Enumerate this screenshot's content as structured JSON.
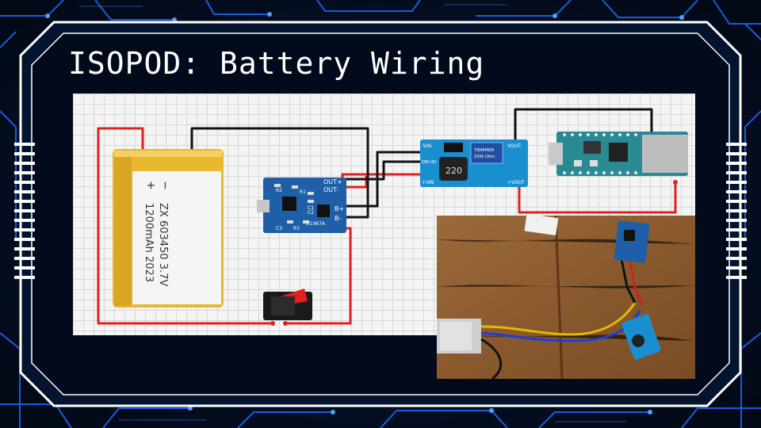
{
  "slide": {
    "title": "ISOPOD: Battery Wiring"
  },
  "battery": {
    "label_model": "ZX 603450 3.7V",
    "label_capacity": "1200mAh  2023",
    "label_minus": "−",
    "label_plus": "+"
  },
  "charger_module": {
    "pins": [
      "OUT+",
      "OUT-",
      "B+",
      "B-"
    ],
    "part_marks": [
      "R2",
      "R1",
      "C1",
      "C2",
      "R3",
      "C3",
      "D1967A"
    ]
  },
  "boost_module": {
    "inductor_label": "220",
    "trimmer_label": "TRIMMER",
    "trimmer_sub": "100k Ohm",
    "pins_left": [
      "-VIN",
      "+VIN"
    ],
    "pins_right": [
      "VOUT-",
      "+VOUT"
    ],
    "small_marks": [
      "DRV 8V"
    ]
  },
  "colors": {
    "wire_red": "#e02020",
    "wire_black": "#111111",
    "module_blue": "#1f5fa8",
    "board_teal": "#2a8a94",
    "battery_gold": "#e8b830",
    "frame_white": "#ffffff",
    "circuit_blue": "#1e6bff"
  },
  "icons": [
    "battery-icon",
    "charger-module-icon",
    "boost-converter-icon",
    "microcontroller-icon",
    "rocker-switch-icon",
    "photo-of-wiring"
  ]
}
